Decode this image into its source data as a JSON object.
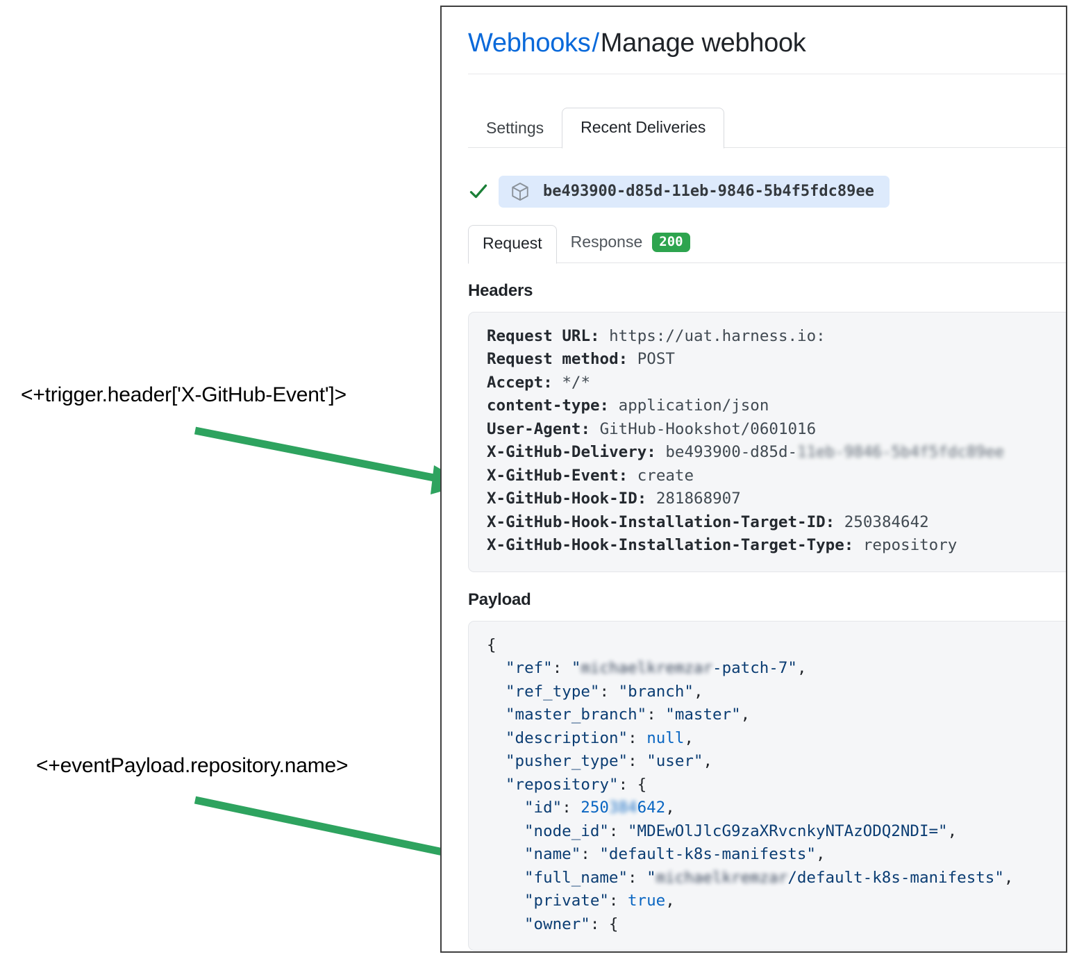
{
  "annotations": [
    {
      "text": "<+trigger.header['X-GitHub-Event']>",
      "arrow_color": "#2ea35f"
    },
    {
      "text": "<+eventPayload.repository.name>",
      "arrow_color": "#2ea35f"
    }
  ],
  "panel": {
    "breadcrumb": {
      "parent": "Webhooks",
      "separator": "/",
      "current": "Manage webhook"
    },
    "main_tabs": [
      {
        "label": "Settings",
        "active": false
      },
      {
        "label": "Recent Deliveries",
        "active": true
      }
    ],
    "delivery": {
      "status_icon": "check-icon",
      "package_icon": "cube-icon",
      "id": "be493900-d85d-11eb-9846-5b4f5fdc89ee"
    },
    "sub_tabs": [
      {
        "label": "Request",
        "active": true,
        "badge": ""
      },
      {
        "label": "Response",
        "active": false,
        "badge": "200"
      }
    ],
    "sections": {
      "headers_heading": "Headers",
      "payload_heading": "Payload"
    },
    "headers": [
      {
        "key": "Request URL:",
        "value": "https://uat.harness.io:"
      },
      {
        "key": "Request method:",
        "value": "POST"
      },
      {
        "key": "Accept:",
        "value": "*/*"
      },
      {
        "key": "content-type:",
        "value": "application/json"
      },
      {
        "key": "User-Agent:",
        "value": "GitHub-Hookshot/0601016"
      },
      {
        "key": "X-GitHub-Delivery:",
        "value": "be493900-d85d-11eb-9846-5b4f5fdc89ee",
        "value_visible": "be493900-d85d-",
        "value_redacted": "11eb-9846-5b4f5fdc89ee"
      },
      {
        "key": "X-GitHub-Event:",
        "value": "create"
      },
      {
        "key": "X-GitHub-Hook-ID:",
        "value": "281868907"
      },
      {
        "key": "X-GitHub-Hook-Installation-Target-ID:",
        "value": "250384642"
      },
      {
        "key": "X-GitHub-Hook-Installation-Target-Type:",
        "value": "repository"
      }
    ],
    "payload": {
      "open_brace": "{",
      "lines": [
        {
          "key": "\"ref\"",
          "prefix": "\"",
          "redacted": "michaelkremzar",
          "suffix": "-patch-7\"",
          "comma": ","
        },
        {
          "key": "\"ref_type\"",
          "value": "\"branch\"",
          "comma": ","
        },
        {
          "key": "\"master_branch\"",
          "value": "\"master\"",
          "comma": ","
        },
        {
          "key": "\"description\"",
          "value": "null",
          "type": "literal",
          "comma": ","
        },
        {
          "key": "\"pusher_type\"",
          "value": "\"user\"",
          "comma": ","
        },
        {
          "key": "\"repository\"",
          "value": "{",
          "type": "object-open"
        },
        {
          "key": "\"id\"",
          "value_visible": "250",
          "value_redacted": "384",
          "value_tail": "642",
          "type": "number",
          "comma": ","
        },
        {
          "key": "\"node_id\"",
          "value": "\"MDEwOlJlcG9zaXRvcnkyNTAzODQ2NDI=\"",
          "comma": ","
        },
        {
          "key": "\"name\"",
          "value": "\"default-k8s-manifests\"",
          "comma": ","
        },
        {
          "key": "\"full_name\"",
          "prefix": "\"",
          "redacted": "michaelkremzar",
          "suffix": "/default-k8s-manifests\"",
          "comma": ","
        },
        {
          "key": "\"private\"",
          "value": "true",
          "type": "literal",
          "comma": ","
        },
        {
          "key": "\"owner\"",
          "value": "{",
          "type": "object-open"
        }
      ]
    }
  },
  "colors": {
    "link": "#0969da",
    "badge_green": "#2da44e",
    "arrow_green": "#2ea35f",
    "pill_blue": "#ddeafc",
    "code_bg": "#f5f6f8"
  }
}
